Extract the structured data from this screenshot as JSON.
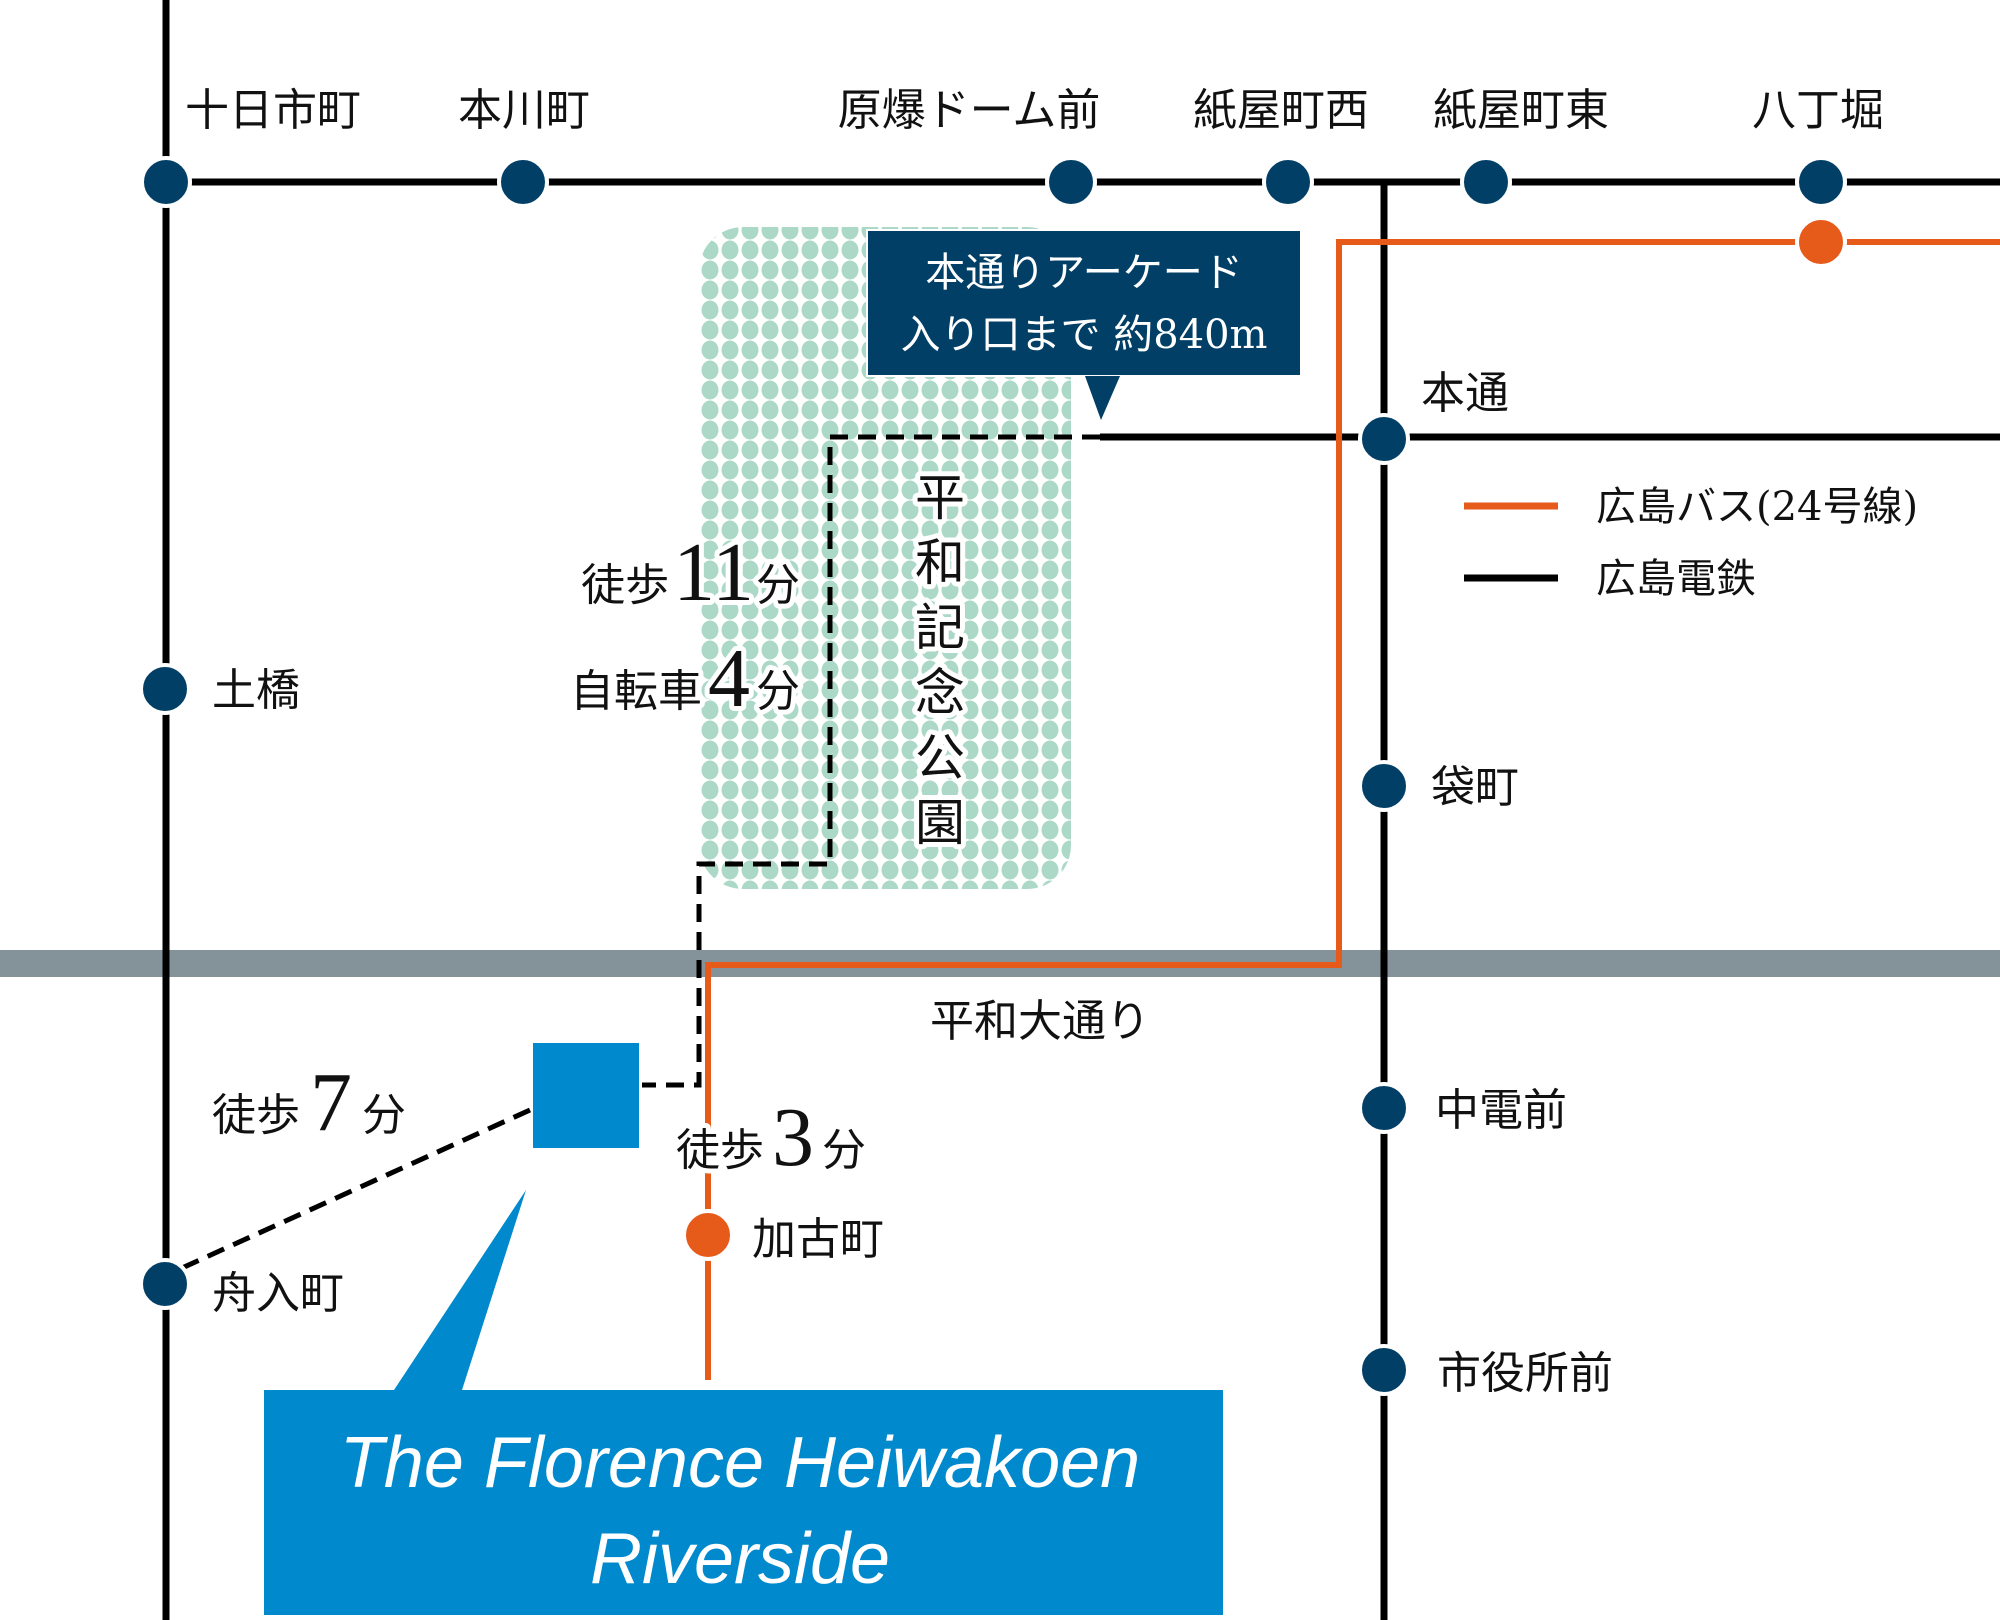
{
  "colors": {
    "tram_line": "#000000",
    "bus_line": "#e65a1a",
    "station_fill": "#023f66",
    "bus_stop_fill": "#e65a1a",
    "road": "#84939a",
    "park": "#acd9c7",
    "callout_bg": "#023f66",
    "property": "#0089cd"
  },
  "tram_stations_top": [
    {
      "name": "十日市町"
    },
    {
      "name": "本川町"
    },
    {
      "name": "原爆ドーム前"
    },
    {
      "name": "紙屋町西"
    },
    {
      "name": "紙屋町東"
    },
    {
      "name": "八丁堀"
    }
  ],
  "tram_stations_left": [
    {
      "name": "土橋"
    },
    {
      "name": "舟入町"
    }
  ],
  "tram_stations_right": [
    {
      "name": "本通"
    },
    {
      "name": "袋町"
    },
    {
      "name": "中電前"
    },
    {
      "name": "市役所前"
    }
  ],
  "bus_stop": {
    "name": "加古町"
  },
  "road": {
    "name": "平和大通り"
  },
  "park": {
    "name_chars": [
      "平",
      "和",
      "記",
      "念",
      "公",
      "園"
    ]
  },
  "callout": {
    "line1": "本通りアーケード",
    "line2": "入り口まで 約840m"
  },
  "access_times": {
    "park_walk": {
      "prefix": "徒歩",
      "value": "11",
      "unit": "分"
    },
    "park_bike": {
      "prefix": "自転車",
      "value": "4",
      "unit": "分"
    },
    "funairi_walk": {
      "prefix": "徒歩",
      "value": "7",
      "unit": "分"
    },
    "kako_walk": {
      "prefix": "徒歩",
      "value": "3",
      "unit": "分"
    }
  },
  "legend": [
    {
      "label": "広島バス(24号線)",
      "color_key": "bus_line"
    },
    {
      "label": "広島電鉄",
      "color_key": "tram_line"
    }
  ],
  "property": {
    "line1": "The Florence Heiwakoen",
    "line2": "Riverside"
  }
}
